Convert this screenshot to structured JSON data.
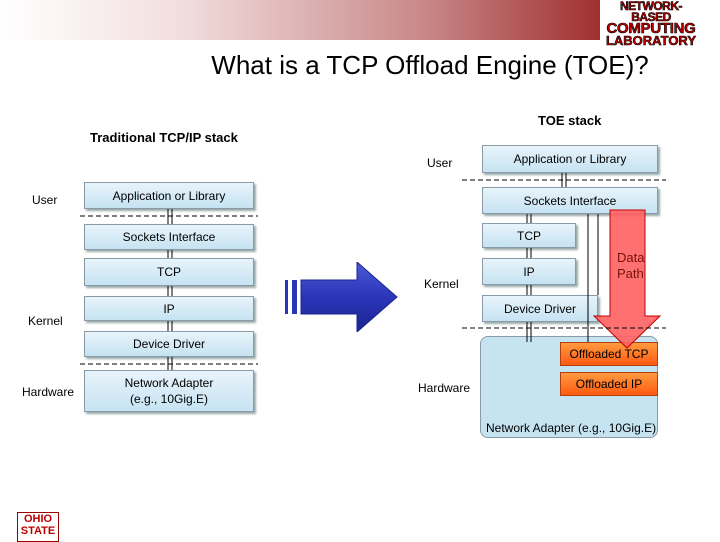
{
  "title": "What is a TCP Offload Engine (TOE)?",
  "logo": {
    "line1": "NETWORK-BASED",
    "line2": "COMPUTING",
    "line3": "LABORATORY"
  },
  "osu_logo": "OHIO STATE",
  "left": {
    "heading": "Traditional TCP/IP stack",
    "labels": {
      "user": "User",
      "kernel": "Kernel",
      "hardware": "Hardware"
    },
    "boxes": {
      "app": "Application or Library",
      "sockets": "Sockets Interface",
      "tcp": "TCP",
      "ip": "IP",
      "driver": "Device Driver",
      "adapter_line1": "Network Adapter",
      "adapter_line2": "(e.g., 10Gig.E)"
    }
  },
  "right": {
    "heading": "TOE stack",
    "labels": {
      "user": "User",
      "kernel": "Kernel",
      "hardware": "Hardware"
    },
    "boxes": {
      "app": "Application or Library",
      "sockets": "Sockets Interface",
      "tcp": "TCP",
      "ip": "IP",
      "driver": "Device Driver",
      "offloaded_tcp": "Offloaded TCP",
      "offloaded_ip": "Offloaded IP",
      "adapter": "Network Adapter (e.g., 10Gig.E)"
    },
    "data_path_line1": "Data",
    "data_path_line2": "Path"
  },
  "colors": {
    "accent_red": "#c00000",
    "box_blue": "#c6e3f2",
    "offload_orange": "#ff6a20",
    "data_path_red": "#ff6060"
  }
}
